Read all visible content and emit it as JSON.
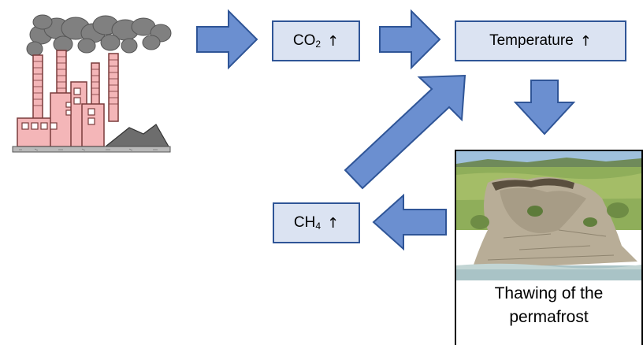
{
  "co2_box": {
    "label": "CO",
    "subscript": "2",
    "arrow": "↑"
  },
  "temperature_box": {
    "label": "Temperature",
    "arrow": "↑"
  },
  "ch4_box": {
    "label": "CH",
    "subscript": "4",
    "arrow": "↑"
  },
  "permafrost": {
    "caption_line1": "Thawing of the",
    "caption_line2": "permafrost"
  },
  "colors": {
    "arrow_fill": "#6b8fd0",
    "arrow_stroke": "#2f5597",
    "box_fill": "#dbe3f2",
    "factory_pink": "#f4b6b8",
    "factory_outline": "#7a3b3b",
    "smoke": "#7f7f7f"
  },
  "icons": [
    "factory-icon",
    "smoke-icon",
    "photo-thawing-permafrost"
  ]
}
